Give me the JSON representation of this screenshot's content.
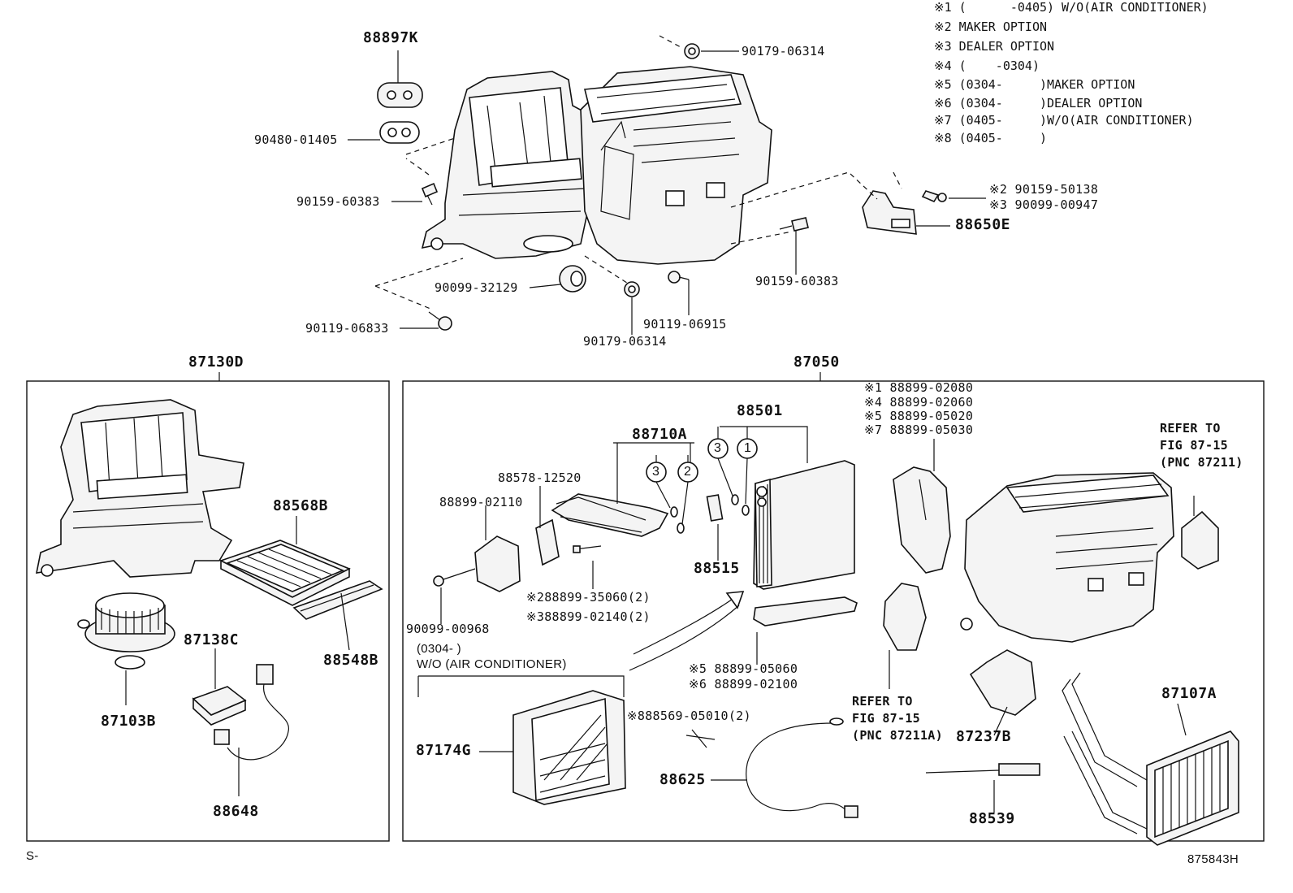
{
  "notes": [
    "※1 (      -0405) W/O(AIR CONDITIONER)",
    "※2 MAKER OPTION",
    "※3 DEALER OPTION",
    "※4 (    -0304)",
    "※5 (0304-     )MAKER OPTION",
    "※6 (0304-     )DEALER OPTION",
    "※7 (0405-     )W/O(AIR CONDITIONER)",
    "※8 (0405-     )"
  ],
  "top_labels": {
    "p88897K": "88897K",
    "p90179_a": "90179-06314",
    "p90480": "90480-01405",
    "p90159_left": "90159-60383",
    "p90159_50138": "※2 90159-50138",
    "p90099_00947": "※3 90099-00947",
    "p88650E": "88650E",
    "p90159_right": "90159-60383",
    "p90099_32129": "90099-32129",
    "p90119_06915": "90119-06915",
    "p90119_06833": "90119-06833",
    "p90179_b": "90179-06314"
  },
  "left_box": {
    "title": "87130D",
    "p88568B": "88568B",
    "p87138C": "87138C",
    "p88548B": "88548B",
    "p87103B": "87103B",
    "p88648": "88648"
  },
  "right_box": {
    "title": "87050",
    "p88501": "88501",
    "p88710A": "88710A",
    "p88578": "88578-12520",
    "p88899_02110": "88899-02110",
    "p88515": "88515",
    "p90099_00968": "90099-00968",
    "p35060": "※288899-35060(2)",
    "p02140": "※388899-02140(2)",
    "wo_date": "(0304-      )",
    "wo_ac": "W/O (AIR CONDITIONER)",
    "p87174G": "87174G",
    "p05060": "※5 88899-05060",
    "p02100": "※6 88899-02100",
    "p05010": "※888569-05010(2)",
    "p88625": "88625",
    "p88539": "88539",
    "p87237B": "87237B",
    "p87107A": "87107A",
    "sensor_list": [
      "※1 88899-02080",
      "※4 88899-02060",
      "※5 88899-05020",
      "※7 88899-05030"
    ],
    "refer1": [
      "REFER TO",
      "FIG 87-15",
      "(PNC 87211)"
    ],
    "refer2": [
      "REFER TO",
      "FIG 87-15",
      "(PNC 87211A)"
    ],
    "circle_1": "1",
    "circle_2": "2",
    "circle_3": "3"
  },
  "footer": {
    "left": "S-",
    "right": "875843H"
  }
}
